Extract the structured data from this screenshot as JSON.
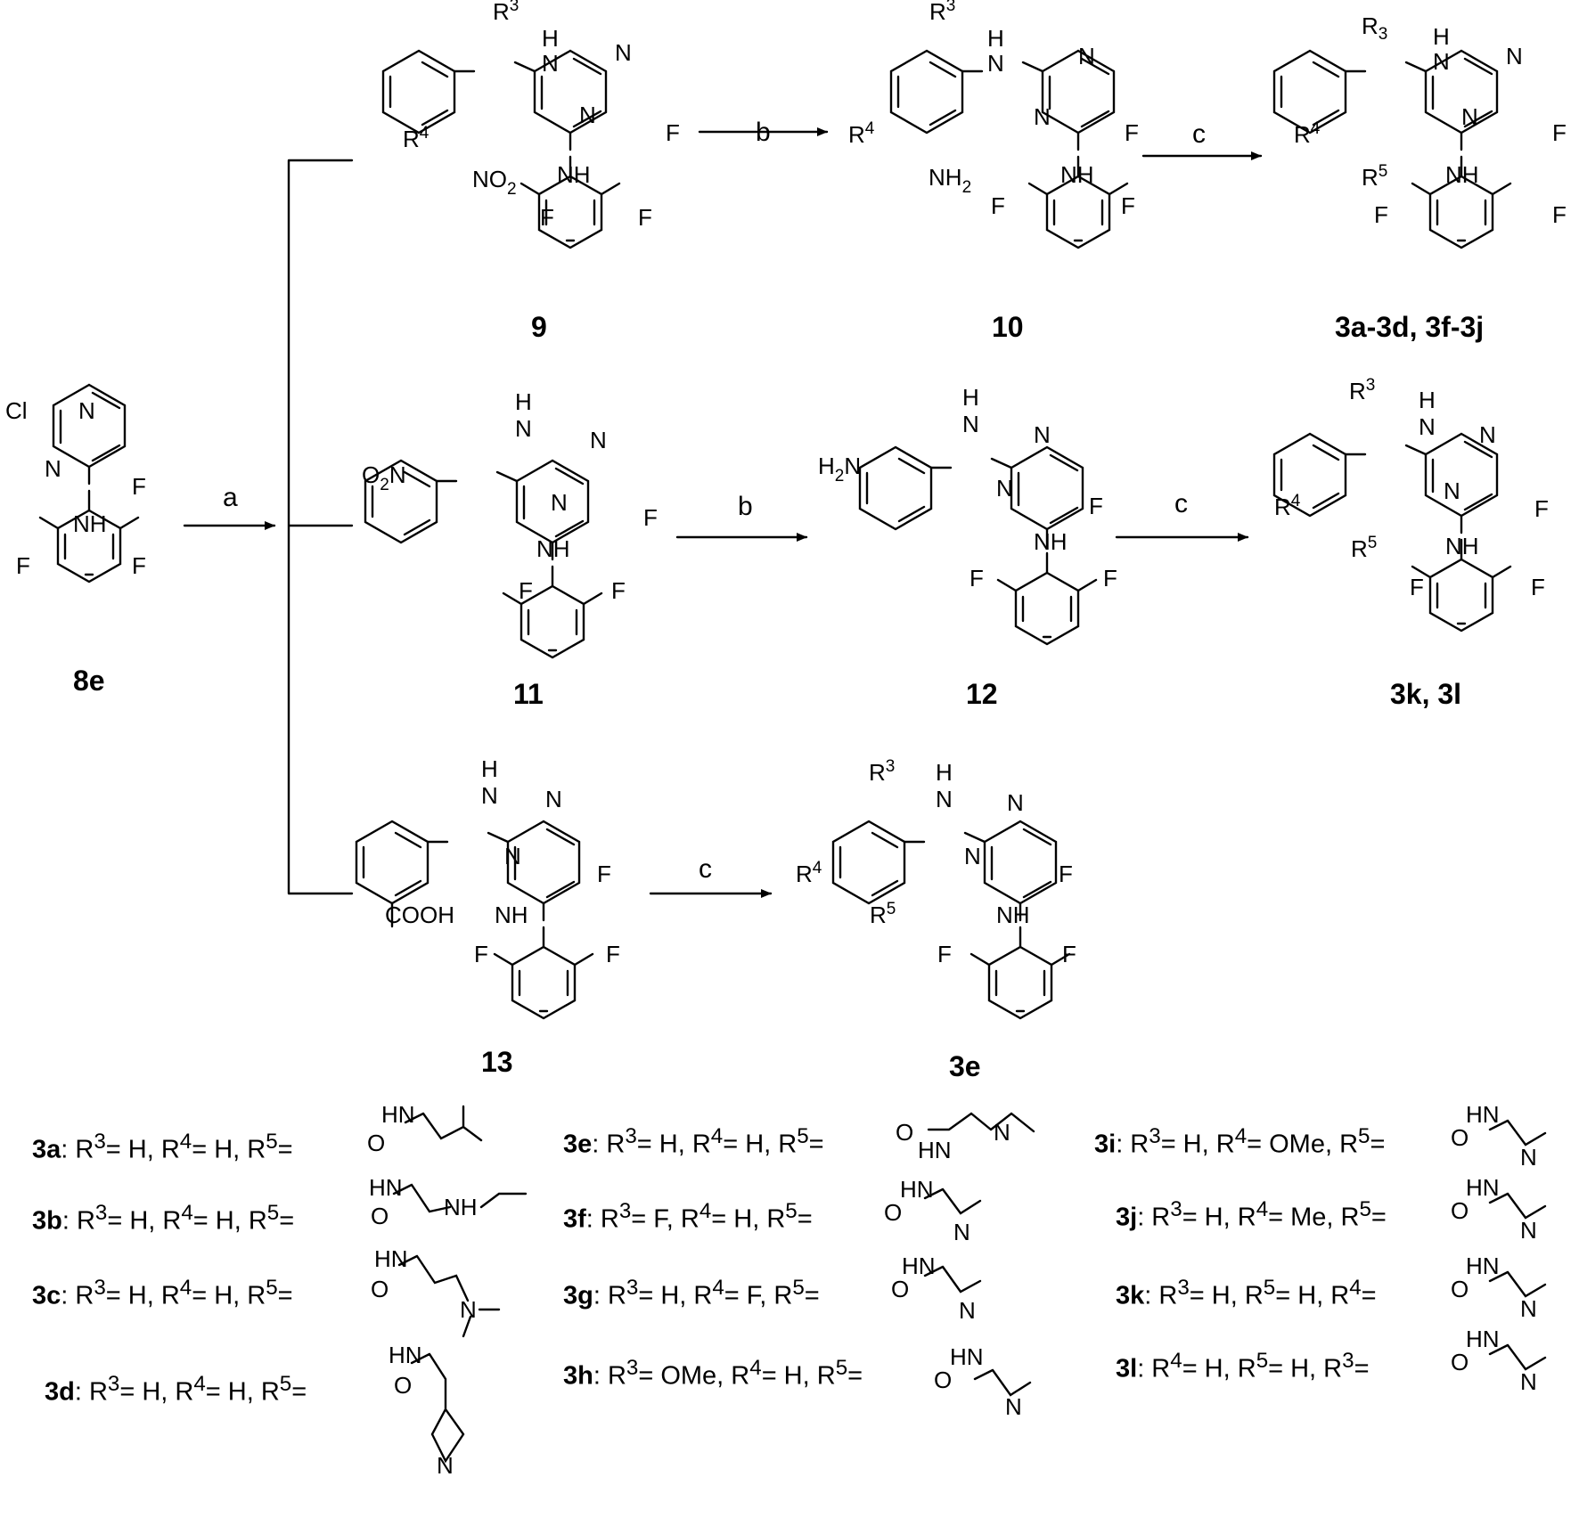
{
  "starting_material": {
    "id": "8e",
    "atoms": [
      "Cl",
      "N",
      "N",
      "F",
      "NH",
      "F",
      "F"
    ]
  },
  "steps": {
    "a": "a",
    "b": "b",
    "c": "c"
  },
  "compounds": {
    "c9": "9",
    "c10": "10",
    "c11": "11",
    "c12": "12",
    "c13": "13",
    "p_top": "3a-3d, 3f-3j",
    "p_mid": "3k, 3l",
    "p_bot": "3e"
  },
  "substituents": {
    "R3": "R",
    "R3_sup": "3",
    "R3_alt": "R",
    "R3_alt_sub": "3",
    "R4": "R",
    "R4_sup": "4",
    "R5": "R",
    "R5_sup": "5",
    "NO2": "NO",
    "NO2_sub": "2",
    "NH2": "NH",
    "NH2_sub": "2",
    "O2N": "O",
    "O2N_sub": "2",
    "O2N_tail": "N",
    "H2N": "H",
    "H2N_sub": "2",
    "H2N_tail": "N",
    "COOH": "COOH"
  },
  "atoms": {
    "N": "N",
    "H": "H",
    "F": "F",
    "NH": "NH",
    "Cl": "Cl",
    "O": "O",
    "HN": "HN"
  },
  "table": [
    {
      "id": "3a",
      "pre": ": R",
      "a": "3",
      "b": "= H, R",
      "c": "4",
      "d": "= H,  R",
      "e": "5",
      "f": "="
    },
    {
      "id": "3b",
      "pre": ": R",
      "a": "3",
      "b": "= H, R",
      "c": "4",
      "d": "= H,  R",
      "e": "5",
      "f": "="
    },
    {
      "id": "3c",
      "pre": ": R",
      "a": "3",
      "b": "= H, R",
      "c": "4",
      "d": "= H,  R",
      "e": "5",
      "f": "="
    },
    {
      "id": "3d",
      "pre": ": R",
      "a": "3",
      "b": "= H, R",
      "c": "4",
      "d": "= H,  R",
      "e": "5",
      "f": "="
    },
    {
      "id": "3e",
      "pre": ": R",
      "a": "3",
      "b": "= H, R",
      "c": "4",
      "d": "= H,  R",
      "e": "5",
      "f": "="
    },
    {
      "id": "3f",
      "pre": ": R",
      "a": "3",
      "b": "= F, R",
      "c": "4",
      "d": "= H,  R",
      "e": "5",
      "f": "="
    },
    {
      "id": "3g",
      "pre": ": R",
      "a": "3",
      "b": "= H, R",
      "c": "4",
      "d": "= F,  R",
      "e": "5",
      "f": "="
    },
    {
      "id": "3h",
      "pre": ": R",
      "a": "3",
      "b": "= OMe, R",
      "c": "4",
      "d": "= H,  R",
      "e": "5",
      "f": "="
    },
    {
      "id": "3i",
      "pre": ": R",
      "a": "3",
      "b": "= H, R",
      "c": "4",
      "d": "= OMe,  R",
      "e": "5",
      "f": "="
    },
    {
      "id": "3j",
      "pre": ": R",
      "a": "3",
      "b": "= H, R",
      "c": "4",
      "d": "= Me,  R",
      "e": "5",
      "f": "="
    },
    {
      "id": "3k",
      "pre": ": R",
      "a": "3",
      "b": "= H, R",
      "c": "5",
      "d": "= H,  R",
      "e": "4",
      "f": "="
    },
    {
      "id": "3l",
      "pre": ": R",
      "a": "4",
      "b": "= H, R",
      "c": "5",
      "d": "= H,  R",
      "e": "3",
      "f": "="
    }
  ]
}
